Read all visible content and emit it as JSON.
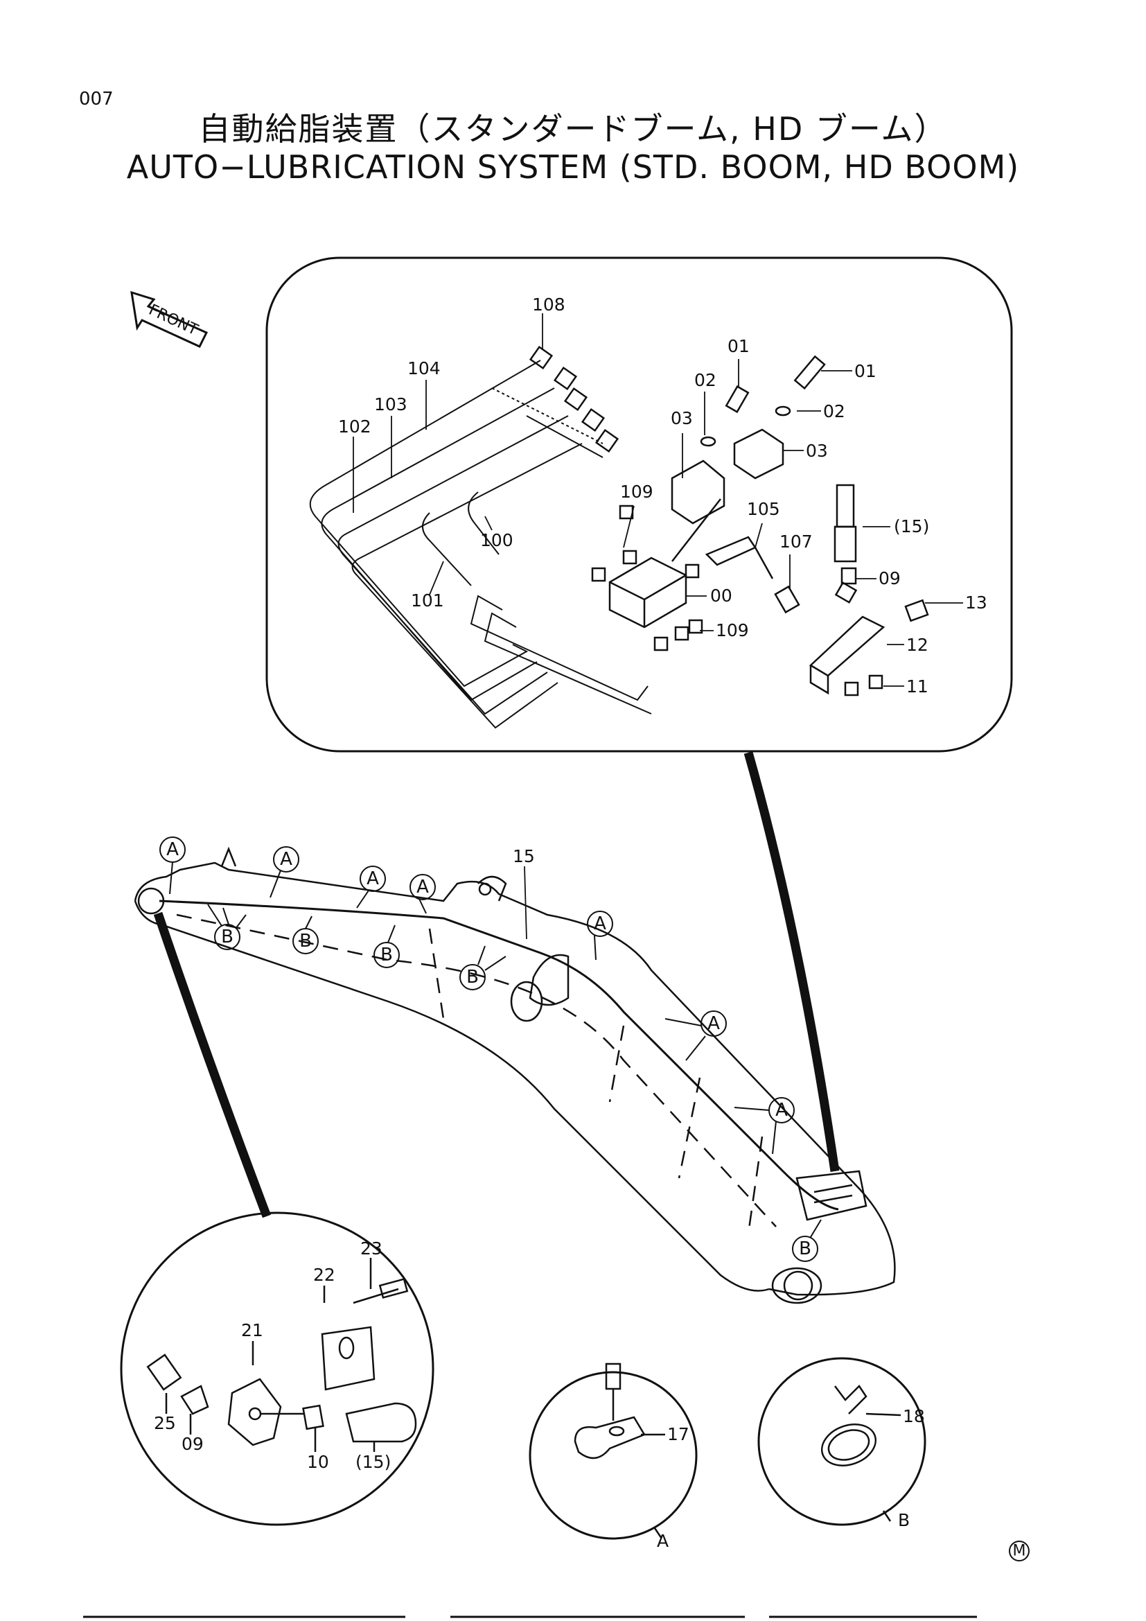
{
  "page": {
    "number": "007",
    "title_jp": "自動給脂装置（スタンダードブーム, HD ブーム）",
    "title_en": "AUTO−LUBRICATION SYSTEM (STD. BOOM, HD BOOM)"
  },
  "front_arrow": {
    "label": "FRONT"
  },
  "detail_box": {
    "labels": {
      "p108": "108",
      "p104": "104",
      "p103": "103",
      "p102": "102",
      "p100": "100",
      "p101": "101",
      "p109a": "109",
      "p00": "00",
      "p109b": "109",
      "p01a": "01",
      "p02a": "02",
      "p03a": "03",
      "p01b": "01",
      "p02b": "02",
      "p03b": "03",
      "p105": "105",
      "p107": "107",
      "p15": "(15)",
      "p09": "09",
      "p13": "13",
      "p12": "12",
      "p11": "11"
    }
  },
  "boom": {
    "part_15": "15",
    "callout_a": "A",
    "callout_b": "B"
  },
  "detail_circle_large": {
    "labels": {
      "p23": "23",
      "p22": "22",
      "p21": "21",
      "p25": "25",
      "p09": "09",
      "p10": "10",
      "p15": "(15)"
    }
  },
  "detail_circle_a": {
    "part": "17",
    "view": "A"
  },
  "detail_circle_b": {
    "part": "18",
    "view": "B"
  },
  "corner_mark": "M"
}
